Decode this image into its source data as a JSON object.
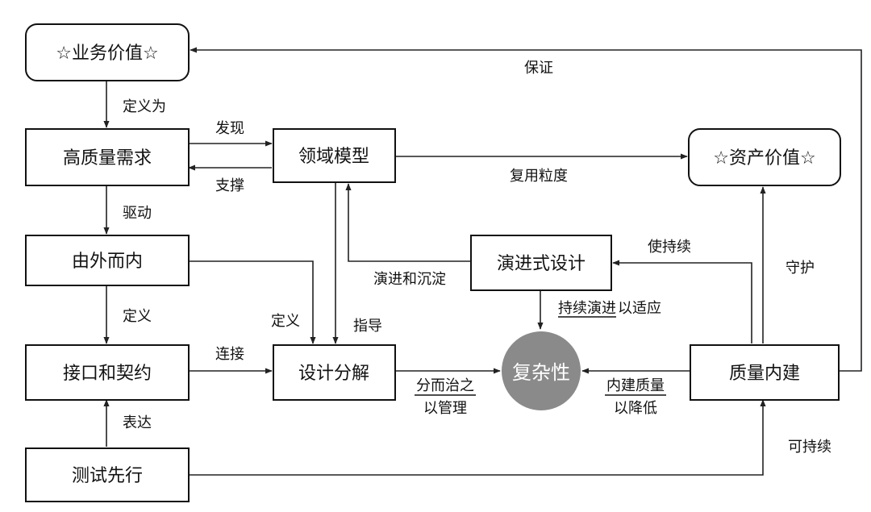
{
  "nodes": {
    "business_value": "☆业务价值☆",
    "asset_value": "☆资产价值☆",
    "high_quality_req": "高质量需求",
    "domain_model": "领域模型",
    "outside_in": "由外而内",
    "evolutionary_design": "演进式设计",
    "interface_contract": "接口和契约",
    "design_decomposition": "设计分解",
    "complexity": "复杂性",
    "built_in_quality": "质量内建",
    "test_first": "测试先行"
  },
  "edges": {
    "guarantee": "保证",
    "define_as": "定义为",
    "discover": "发现",
    "support": "支撑",
    "reuse_granularity": "复用粒度",
    "drive": "驱动",
    "make_sustainable": "使持续",
    "protect": "守护",
    "evolve_and_settle": "演进和沉淀",
    "continuous_evolution_1": "持续演进",
    "continuous_evolution_2": "以适应",
    "define_1": "定义",
    "define_2": "定义",
    "guide": "指导",
    "connect": "连接",
    "divide_conquer_1": "分而治之",
    "divide_conquer_2": "以管理",
    "build_quality_1": "内建质量",
    "build_quality_2": "以降低",
    "express": "表达",
    "sustainable": "可持续"
  },
  "colors": {
    "complexity_fill": "#8a8a8a",
    "complexity_text": "#ffffff",
    "stroke": "#111111"
  }
}
